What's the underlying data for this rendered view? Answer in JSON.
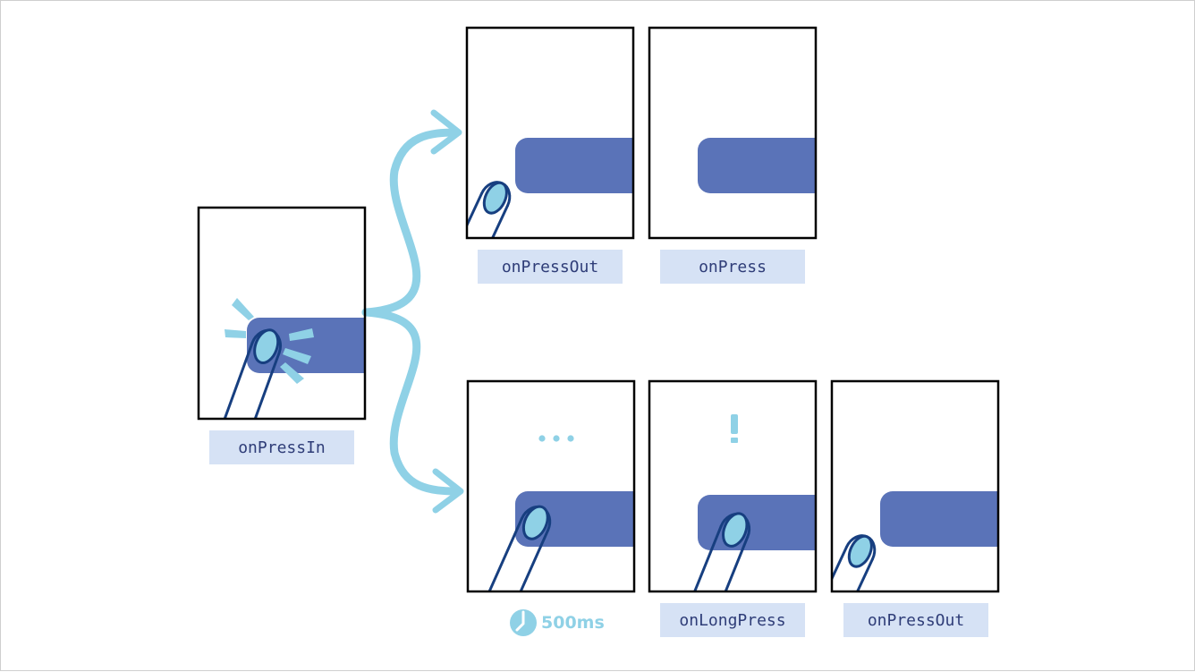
{
  "colors": {
    "button": "#5a73b8",
    "finger_outline": "#173f80",
    "fingertip": "#8fd1e6",
    "accent": "#8fd1e6",
    "label_bg": "#d6e2f5",
    "label_text": "#2f3d78",
    "frame": "#000000"
  },
  "icons": {
    "timer": "clock-icon",
    "waiting": "ellipsis-icon",
    "alert": "exclamation-icon"
  },
  "labels": {
    "press_in": "onPressIn",
    "press_out_top": "onPressOut",
    "press": "onPress",
    "long_press": "onLongPress",
    "press_out_bottom": "onPressOut"
  },
  "timer": {
    "text": "500ms"
  }
}
